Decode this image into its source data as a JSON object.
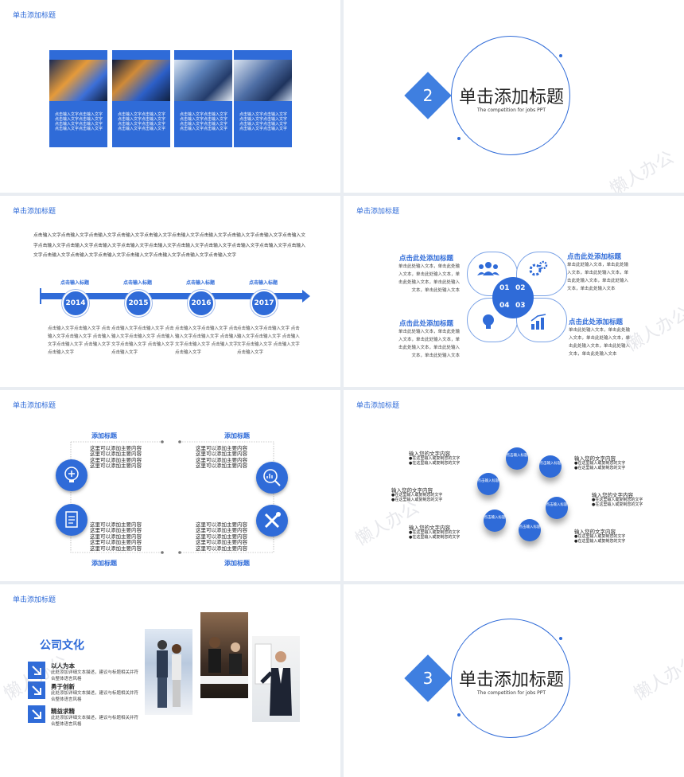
{
  "slide_title": "单击添加标题",
  "watermark": "懒人办公",
  "s1": {
    "cards": [
      {
        "text": "点击输入文字点击输入文字点击输入文字点击输入文字点击输入文字点击输入文字点击输入文字点击输入文字"
      },
      {
        "text": "点击输入文字点击输入文字点击输入文字点击输入文字点击输入文字点击输入文字点击输入文字点击输入文字"
      },
      {
        "text": "点击输入文字点击输入文字点击输入文字点击输入文字点击输入文字点击输入文字点击输入文字点击输入文字"
      },
      {
        "text": "点击输入文字点击输入文字点击输入文字点击输入文字点击输入文字点击输入文字点击输入文字点击输入文字"
      }
    ]
  },
  "s2": {
    "number": "2",
    "title": "单击添加标题",
    "subtitle": "The competition for jobs PPT"
  },
  "s3": {
    "paragraph": "点击输入文字点击输入文字点击输入文字点击输入文字点击输入文字点击输入文字点击输入文字点击输入文字点击输入文字点击输入文字点击输入文字点击输入文字点击输入文字点击输入文字点击输入文字点击输入文字点击输入文字点击输入文字点击输入文字点击输入文字点击输入文字点击输入文字点击输入文字点击输入文字点击输入文字点击输入文字点击输入文字",
    "milestones": [
      {
        "year": "2014",
        "label": "点击输入标题",
        "text": "点击输入文字点击输入文字 点击输入文字点击输入文字 点击输入文字点击输入文字 点击输入文字点击输入文字"
      },
      {
        "year": "2015",
        "label": "点击输入标题",
        "text": "点击输入文字点击输入文字 点击输入文字点击输入文字 点击输入文字点击输入文字 点击输入文字点击输入文字"
      },
      {
        "year": "2016",
        "label": "点击输入标题",
        "text": "点击输入文字点击输入文字 点击输入文字点击输入文字 点击输入文字点击输入文字 点击输入文字点击输入文字"
      },
      {
        "year": "2017",
        "label": "点击输入标题",
        "text": "点击输入文字点击输入文字 点击输入文字点击输入文字 点击输入文字点击输入文字 点击输入文字点击输入文字"
      }
    ]
  },
  "s4": {
    "blocks": [
      {
        "num": "01",
        "heading": "点击此处添加标题",
        "text": "单击此处输入文本，单击此处输入文本，单击此处输入文本，单击此处输入文本，单击此处输入文本，单击此处输入文本"
      },
      {
        "num": "02",
        "heading": "点击此处添加标题",
        "text": "单击此处输入文本，单击此处输入文本，单击此处输入文本，单击此处输入文本，单击此处输入文本，单击此处输入文本"
      },
      {
        "num": "04",
        "heading": "点击此处添加标题",
        "text": "单击此处输入文本，单击此处输入文本，单击此处输入文本，单击此处输入文本，单击此处输入文本，单击此处输入文本"
      },
      {
        "num": "03",
        "heading": "点击此处添加标题",
        "text": "单击此处输入文本，单击此处输入文本，单击此处输入文本，单击此处输入文本，单击此处输入文本，单击此处输入文本"
      }
    ]
  },
  "s5": {
    "heading": "添加标题",
    "lines": [
      "这里可以添加主要内容",
      "这里可以添加主要内容",
      "这里可以添加主要内容",
      "这里可以添加主要内容",
      "这里可以添加主要内容"
    ],
    "icons": [
      "lightbulb-plus-icon",
      "clipboard-list-icon",
      "search-chart-icon",
      "tools-icon"
    ]
  },
  "s6": {
    "circle_label": "点击输入标题",
    "item_title": "输入您的文字内容",
    "bullets": [
      "●在这里输入或复制您的文字",
      "●在这里输入或复制您的文字"
    ]
  },
  "s7": {
    "title": "公司文化",
    "items": [
      {
        "heading": "以人为本",
        "text": "此处添加详细文本描述，建议与标题相关并符合整体语言风格"
      },
      {
        "heading": "勇于创新",
        "text": "此处添加详细文本描述，建议与标题相关并符合整体语言风格"
      },
      {
        "heading": "精益求精",
        "text": "此处添加详细文本描述，建议与标题相关并符合整体语言风格"
      }
    ]
  },
  "s8": {
    "number": "3",
    "title": "单击添加标题",
    "subtitle": "The competition for jobs PPT"
  },
  "colors": {
    "accent": "#2f6bd8",
    "accent_light": "#3f7fe0",
    "background": "#e9edf2"
  }
}
